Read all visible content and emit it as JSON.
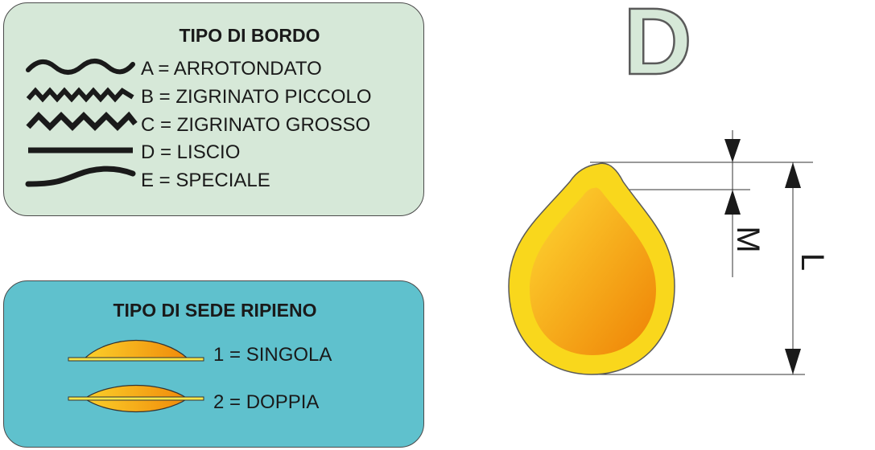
{
  "border_panel": {
    "title": "TIPO DI BORDO",
    "items": [
      {
        "label": "A = ARROTONDATO",
        "icon": "rounded-wave-icon"
      },
      {
        "label": "B = ZIGRINATO PICCOLO",
        "icon": "small-zigzag-icon"
      },
      {
        "label": "C = ZIGRINATO GROSSO",
        "icon": "large-zigzag-icon"
      },
      {
        "label": "D = LISCIO",
        "icon": "straight-line-icon"
      },
      {
        "label": "E = SPECIALE",
        "icon": "special-curve-icon"
      }
    ]
  },
  "filling_panel": {
    "title": "TIPO DI SEDE RIPIENO",
    "items": [
      {
        "label": "1 = SINGOLA",
        "icon": "single-seat-icon"
      },
      {
        "label": "2 = DOPPIA",
        "icon": "double-seat-icon"
      }
    ]
  },
  "selected_type": "D",
  "dimensions": {
    "m_label": "M",
    "l_label": "L"
  },
  "colors": {
    "border_panel_bg": "#d6e8d8",
    "filling_panel_bg": "#5fc1cd",
    "pasta_outer": "#f9d71c",
    "pasta_inner_start": "#fbc02d",
    "pasta_inner_end": "#f08a0a"
  }
}
